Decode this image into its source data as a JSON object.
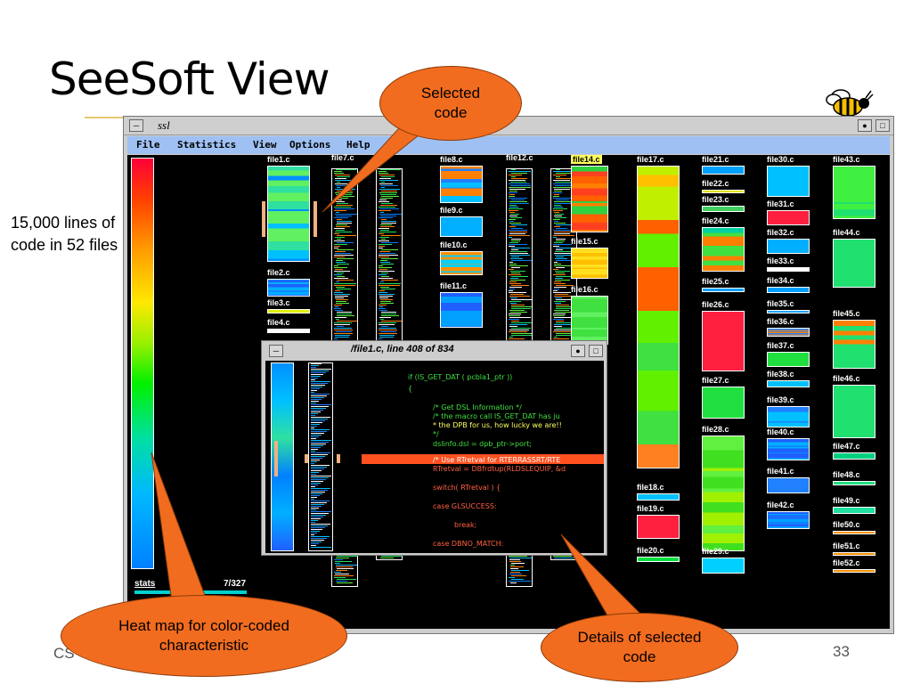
{
  "slide": {
    "title": "SeeSoft View",
    "side_note": "15,000 lines of code in 52 files",
    "footer": "CS 4",
    "page_number": "33"
  },
  "window": {
    "title": "ssl",
    "menu": [
      "File",
      "Statistics",
      "View",
      "Options",
      "Help"
    ],
    "stats_label": "stats",
    "stats_value": "7/327"
  },
  "files": [
    {
      "name": "file1.c"
    },
    {
      "name": "file2.c"
    },
    {
      "name": "file3.c"
    },
    {
      "name": "file4.c"
    },
    {
      "name": "file7.c"
    },
    {
      "name": "file8.c"
    },
    {
      "name": "file9.c"
    },
    {
      "name": "file10.c"
    },
    {
      "name": "file11.c"
    },
    {
      "name": "file12.c"
    },
    {
      "name": "file14.c"
    },
    {
      "name": "file15.c"
    },
    {
      "name": "file16.c"
    },
    {
      "name": "file17.c"
    },
    {
      "name": "file18.c"
    },
    {
      "name": "file19.c"
    },
    {
      "name": "file20.c"
    },
    {
      "name": "file21.c"
    },
    {
      "name": "file22.c"
    },
    {
      "name": "file23.c"
    },
    {
      "name": "file24.c"
    },
    {
      "name": "file25.c"
    },
    {
      "name": "file26.c"
    },
    {
      "name": "file27.c"
    },
    {
      "name": "file28.c"
    },
    {
      "name": "file29.c"
    },
    {
      "name": "file30.c"
    },
    {
      "name": "file31.c"
    },
    {
      "name": "file32.c"
    },
    {
      "name": "file33.c"
    },
    {
      "name": "file34.c"
    },
    {
      "name": "file35.c"
    },
    {
      "name": "file36.c"
    },
    {
      "name": "file37.c"
    },
    {
      "name": "file38.c"
    },
    {
      "name": "file39.c"
    },
    {
      "name": "file40.c"
    },
    {
      "name": "file41.c"
    },
    {
      "name": "file42.c"
    },
    {
      "name": "file43.c"
    },
    {
      "name": "file44.c"
    },
    {
      "name": "file45.c"
    },
    {
      "name": "file46.c"
    },
    {
      "name": "file47.c"
    },
    {
      "name": "file48.c"
    },
    {
      "name": "file49.c"
    },
    {
      "name": "file50.c"
    },
    {
      "name": "file51.c"
    },
    {
      "name": "file52.c"
    }
  ],
  "detail": {
    "title": "/file1.c, line  408 of 834",
    "code": [
      "if (IS_GET_DAT ( pcbla1_ptr ))",
      "{",
      "/* Get DSL Information */",
      "/* the macro call IS_GET_DAT has ju",
      " * the DPB for us, how lucky we are!!",
      " */",
      "dslinfo.dsl = dpb_ptr->port;",
      "/* Use RTretval for RTERRASSRT/RTE",
      "RTretval = DBfrdtup(RLDSLEQUIP, &d",
      "switch( RTretval ) {",
      "case GLSUCCESS:",
      "break;",
      "case DBNO_MATCH:"
    ]
  },
  "callouts": {
    "selected": "Selected code",
    "heatmap": "Heat map for color-coded characteristic",
    "details": "Details of selected code"
  },
  "colors": {
    "menubar": "#9ec0f2",
    "callout": "#f26c1f",
    "highlight_line": "#ff5020"
  }
}
